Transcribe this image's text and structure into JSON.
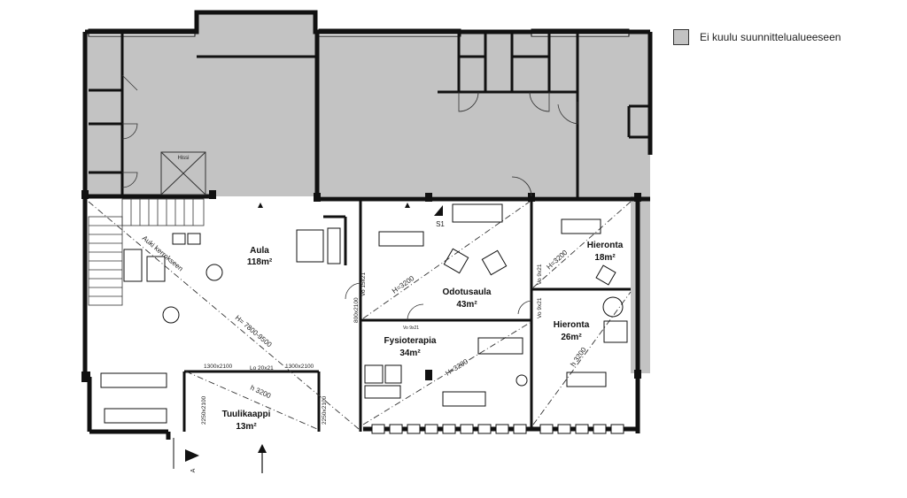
{
  "legend": {
    "label": "Ei kuulu suunnittelualueeseen",
    "color": "#c3c3c3"
  },
  "rooms": {
    "aula": {
      "name": "Aula",
      "area": "118m²"
    },
    "odotusaula": {
      "name": "Odotusaula",
      "area": "43m²"
    },
    "fysioterapia": {
      "name": "Fysioterapia",
      "area": "34m²"
    },
    "hieronta1": {
      "name": "Hieronta",
      "area": "18m²"
    },
    "hieronta2": {
      "name": "Hieronta",
      "area": "26m²"
    },
    "tuulikaappi": {
      "name": "Tuulikaappi",
      "area": "13m²"
    }
  },
  "labels": {
    "hissi": "Hissi",
    "s1": "S1",
    "section_a": "A",
    "aula_slope": "Auki kerrokseen",
    "aula_height": "H= 7800-9500",
    "odotus_height": "H=3200",
    "fysio_height": "H=3200",
    "hieronta1_height": "H=3200",
    "hieronta2_height": "h 3200",
    "tuuli_height": "h 3200",
    "door_1300a": "1300x2100",
    "door_lo": "Lo 20x21",
    "door_1300b": "1300x2100",
    "door_2250a": "2250x2100",
    "door_2250b": "2250x2100",
    "vo_15x21": "Vo 15x21",
    "d_800": "800x2100",
    "vo_9x21_top": "Vo 9x21",
    "vo_9x21_mid": "Vo 9x21",
    "vo_9x21_small": "Vo 9x21"
  }
}
